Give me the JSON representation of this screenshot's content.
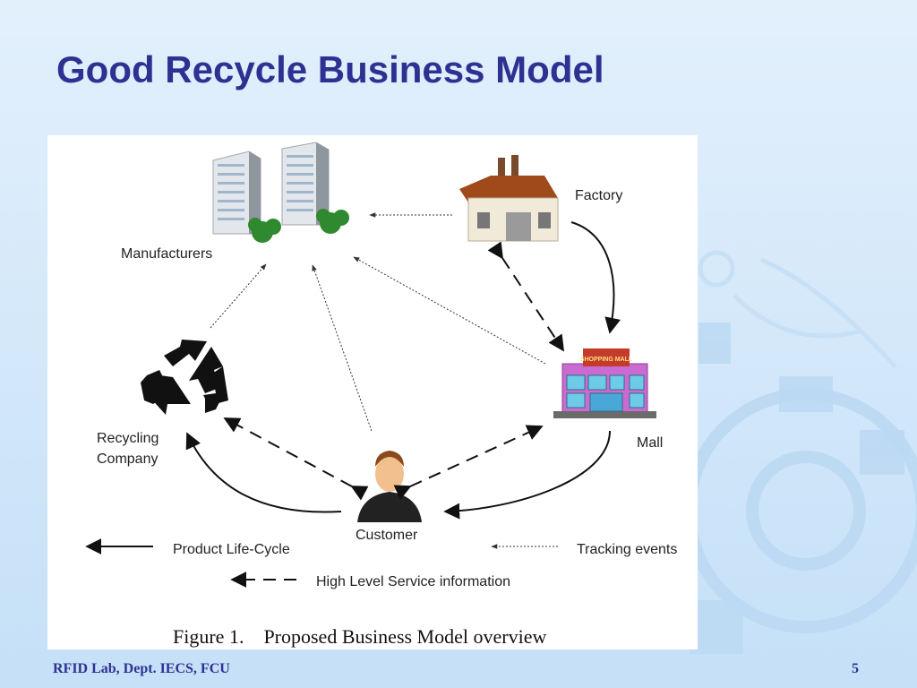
{
  "slide": {
    "title": "Good Recycle Business Model",
    "footer_left": "RFID Lab, Dept. IECS, FCU",
    "page_number": "5"
  },
  "diagram": {
    "nodes": {
      "manufacturers": "Manufacturers",
      "factory": "Factory",
      "mall": "Mall",
      "mall_sign": "SHOPPING MALL",
      "recycling_line1": "Recycling",
      "recycling_line2": "Company",
      "customer": "Customer"
    },
    "legend": {
      "product_life_cycle": "Product Life-Cycle",
      "tracking_events": "Tracking events",
      "high_level_service": "High Level Service information"
    },
    "caption": "Figure 1.    Proposed Business Model overview"
  },
  "colors": {
    "title": "#2e3192",
    "footer": "#2e3192",
    "watermark": "#b9d7f2"
  }
}
